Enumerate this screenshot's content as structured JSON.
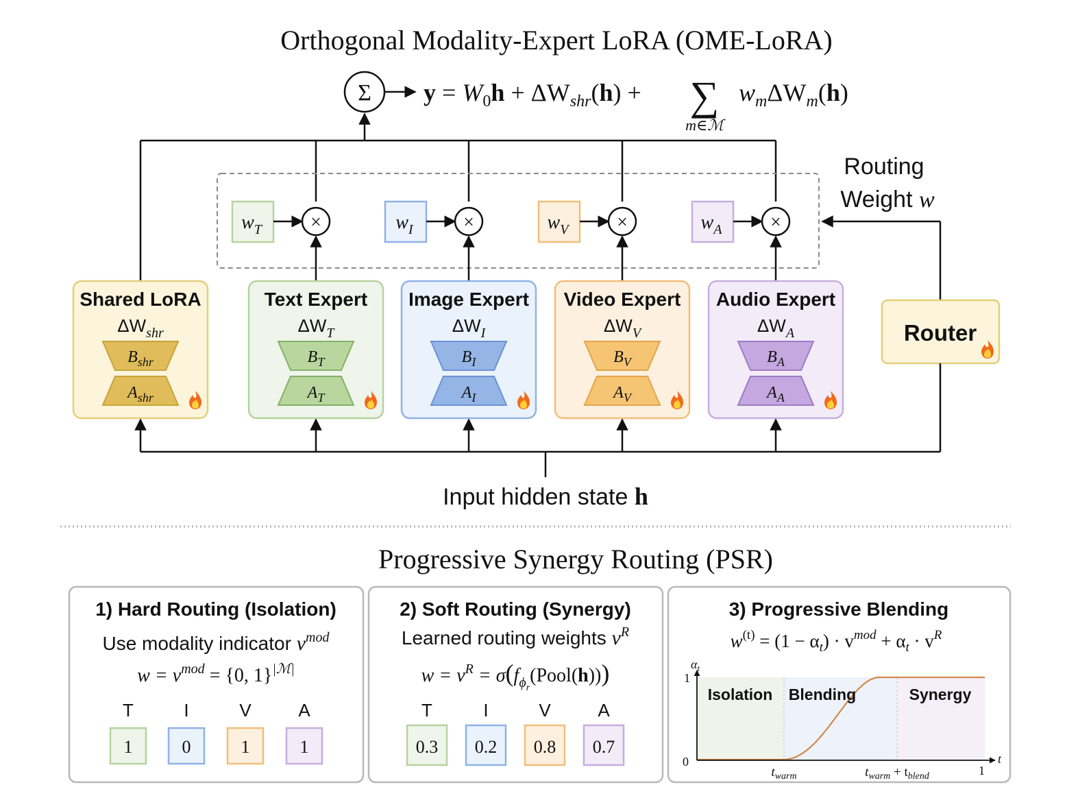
{
  "colors": {
    "shared": {
      "fill": "#fcf5dc",
      "stroke": "#e3cf7a",
      "trap": "#e0bd5a",
      "trapStroke": "#c9a23a"
    },
    "text": {
      "fill": "#eff5ea",
      "stroke": "#b6d3a0",
      "trap": "#b8d69e",
      "trapStroke": "#86b06a"
    },
    "image": {
      "fill": "#eaf2fc",
      "stroke": "#8fb2e6",
      "trap": "#95b5e7",
      "trapStroke": "#6a92d4"
    },
    "video": {
      "fill": "#fdf0df",
      "stroke": "#f2be7a",
      "trap": "#f6c573",
      "trapStroke": "#e3a44a"
    },
    "audio": {
      "fill": "#f3ecf8",
      "stroke": "#c7addf",
      "trap": "#c4a8df",
      "trapStroke": "#9c7cc4"
    },
    "router": {
      "fill": "#fcf5dc",
      "stroke": "#e3cf7a"
    },
    "gray": "#8a8a8a",
    "curve": "#d28a4a"
  },
  "top": {
    "title": "Orthogonal Modality-Expert LoRA (OME-LoRA)",
    "sum_symbol": "Σ",
    "equation": {
      "y": "y",
      "eq": " = ",
      "W0": "W",
      "W0_sub": "0",
      "h": "h",
      "plus1": " + ΔW",
      "shr": "shr",
      "lp": "(",
      "rp": ")",
      "plus2": " + ",
      "sigma": "∑",
      "under": "m∈ℳ",
      "w": "w",
      "wm_sub": "m",
      "dW": "ΔW",
      "Wm_sub": "m"
    },
    "routing_weight_line1": "Routing",
    "routing_weight_line2": "Weight ",
    "routing_weight_var": "w",
    "multiply": "×",
    "weights": [
      {
        "w": "w",
        "sub": "T"
      },
      {
        "w": "w",
        "sub": "I"
      },
      {
        "w": "w",
        "sub": "V"
      },
      {
        "w": "w",
        "sub": "A"
      }
    ],
    "modules": [
      {
        "title": "Shared LoRA",
        "delta": "ΔW",
        "delta_sub": "shr",
        "B": "B",
        "B_sub": "shr",
        "A": "A",
        "A_sub": "shr"
      },
      {
        "title": "Text Expert",
        "delta": "ΔW",
        "delta_sub": "T",
        "B": "B",
        "B_sub": "T",
        "A": "A",
        "A_sub": "T"
      },
      {
        "title": "Image Expert",
        "delta": "ΔW",
        "delta_sub": "I",
        "B": "B",
        "B_sub": "I",
        "A": "A",
        "A_sub": "I"
      },
      {
        "title": "Video Expert",
        "delta": "ΔW",
        "delta_sub": "V",
        "B": "B",
        "B_sub": "V",
        "A": "A",
        "A_sub": "V"
      },
      {
        "title": "Audio Expert",
        "delta": "ΔW",
        "delta_sub": "A",
        "B": "B",
        "B_sub": "A",
        "A": "A",
        "A_sub": "A"
      }
    ],
    "router_label": "Router",
    "input_label": "Input hidden state ",
    "input_var": "h"
  },
  "bottom": {
    "title": "Progressive Synergy Routing (PSR)",
    "panel1": {
      "heading": "1) Hard Routing (Isolation)",
      "desc": "Use modality indicator ",
      "desc_var": "v",
      "desc_sup": "mod",
      "formula": "w = v",
      "formula_sup": "mod",
      "formula_rest": " = {0, 1}",
      "formula_sup2": "|ℳ|",
      "labels": [
        "T",
        "I",
        "V",
        "A"
      ],
      "values": [
        "1",
        "0",
        "1",
        "1"
      ]
    },
    "panel2": {
      "heading": "2) Soft Routing (Synergy)",
      "desc": "Learned routing weights ",
      "desc_var": "v",
      "desc_sup": "R",
      "formula_a": "w = v",
      "formula_sup": "R",
      "formula_b": " = σ",
      "formula_c": "f",
      "formula_c_sub": "ϕ",
      "formula_c_subsub": "r",
      "formula_d": "(Pool(",
      "formula_h": "h",
      "formula_e": "))",
      "paren_l": "(",
      "paren_r": ")",
      "labels": [
        "T",
        "I",
        "V",
        "A"
      ],
      "values": [
        "0.3",
        "0.2",
        "0.8",
        "0.7"
      ]
    },
    "panel3": {
      "heading": "3) Progressive Blending",
      "formula": "w",
      "formula_sup": "(t)",
      "formula_rest": " = (1 − α",
      "formula_t": "t",
      "formula_mid": ") · v",
      "formula_sup2": "mod",
      "formula_plus": " + α",
      "formula_t2": "t",
      "formula_end": " · v",
      "formula_sup3": "R",
      "ylabel": "α",
      "ylabel_sub": "t",
      "y_tick_1": "1",
      "y_tick_0": "0",
      "xlabel": "t",
      "x_tick_1": "1",
      "x_tick_warm": "t",
      "x_tick_warm_sub": "warm",
      "x_tick_blend_a": "t",
      "x_tick_blend_a_sub": "warm",
      "x_tick_blend_plus": " + t",
      "x_tick_blend_b_sub": "blend",
      "regions": [
        "Isolation",
        "Blending",
        "Synergy"
      ]
    }
  }
}
